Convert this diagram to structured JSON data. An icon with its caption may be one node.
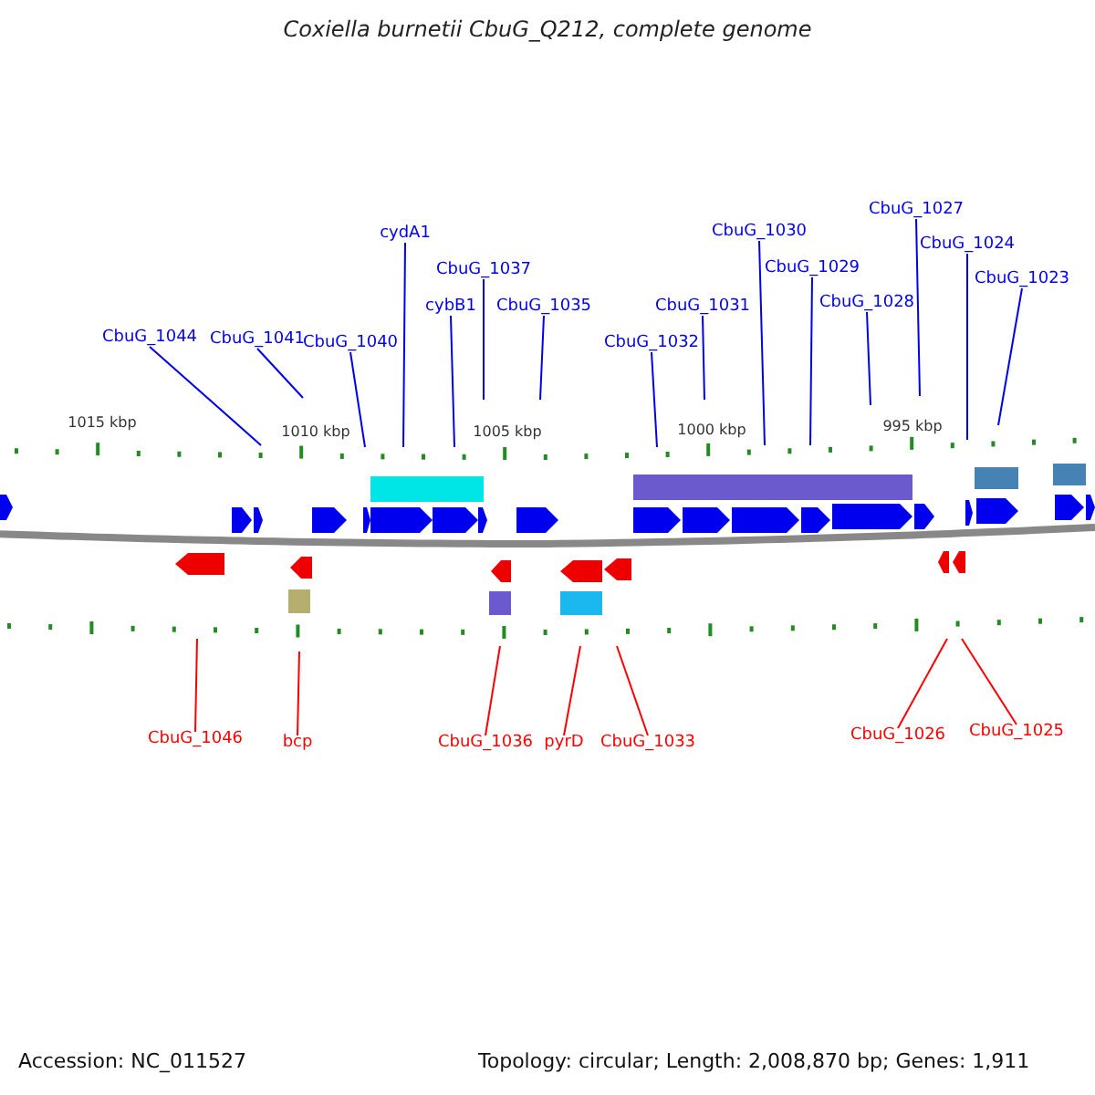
{
  "diagram": {
    "title": "Coxiella burnetii CbuG_Q212, complete genome",
    "nodes": [
      {
        "text": [
          "CbuG_1044"
        ]
      },
      {
        "text": [
          "CbuG_1041"
        ]
      },
      {
        "text": [
          "CbuG_1040"
        ]
      },
      {
        "text": [
          "cydA1"
        ]
      },
      {
        "text": [
          "CbuG_1037"
        ]
      },
      {
        "text": [
          "cybB1"
        ]
      },
      {
        "text": [
          "CbuG_1035"
        ]
      },
      {
        "text": [
          "CbuG_1032"
        ]
      },
      {
        "text": [
          "CbuG_1031"
        ]
      },
      {
        "text": [
          "CbuG_1030"
        ]
      },
      {
        "text": [
          "CbuG_1029"
        ]
      },
      {
        "text": [
          "CbuG_1028"
        ]
      },
      {
        "text": [
          "CbuG_1027"
        ]
      },
      {
        "text": [
          "CbuG_1024"
        ]
      },
      {
        "text": [
          "CbuG_1023"
        ]
      },
      {
        "text": [
          "CbuG_1046"
        ]
      },
      {
        "text": [
          "bcp"
        ]
      },
      {
        "text": [
          "CbuG_1036"
        ]
      },
      {
        "text": [
          "pyrD"
        ]
      },
      {
        "text": [
          "CbuG_1033"
        ]
      },
      {
        "text": [
          "CbuG_1026"
        ]
      },
      {
        "text": [
          "CbuG_1025"
        ]
      }
    ],
    "edges": [
      {
        "from": 0,
        "to": null,
        "arrow": "none"
      },
      {
        "from": 1,
        "to": null,
        "arrow": "none"
      },
      {
        "from": 2,
        "to": null,
        "arrow": "none"
      },
      {
        "from": 3,
        "to": null,
        "arrow": "none"
      },
      {
        "from": 4,
        "to": null,
        "arrow": "none"
      },
      {
        "from": 5,
        "to": null,
        "arrow": "none"
      },
      {
        "from": 6,
        "to": null,
        "arrow": "none"
      },
      {
        "from": 7,
        "to": null,
        "arrow": "none"
      },
      {
        "from": 8,
        "to": null,
        "arrow": "none"
      },
      {
        "from": 9,
        "to": null,
        "arrow": "none"
      },
      {
        "from": 10,
        "to": null,
        "arrow": "none"
      },
      {
        "from": 11,
        "to": null,
        "arrow": "none"
      },
      {
        "from": 12,
        "to": null,
        "arrow": "none"
      },
      {
        "from": 13,
        "to": null,
        "arrow": "none"
      },
      {
        "from": 14,
        "to": null,
        "arrow": "none"
      },
      {
        "from": 15,
        "to": null,
        "arrow": "none",
        "color": "#ff0000"
      },
      {
        "from": 16,
        "to": null,
        "arrow": "none",
        "color": "#ff0000"
      },
      {
        "from": 17,
        "to": null,
        "arrow": "none",
        "color": "#ff0000"
      },
      {
        "from": 18,
        "to": null,
        "arrow": "none",
        "color": "#ff0000"
      },
      {
        "from": 19,
        "to": null,
        "arrow": "none",
        "color": "#ff0000"
      },
      {
        "from": 20,
        "to": null,
        "arrow": "none",
        "color": "#ff0000"
      },
      {
        "from": 21,
        "to": null,
        "arrow": "none",
        "color": "#ff0000"
      }
    ],
    "labels": [
      "1015 kbp",
      "1010 kbp",
      "1005 kbp",
      "1000 kbp",
      "995 kbp",
      "Accession: NC_011527",
      "Topology: circular; Length: 2,008,870 bp; Genes: 1,911"
    ]
  }
}
